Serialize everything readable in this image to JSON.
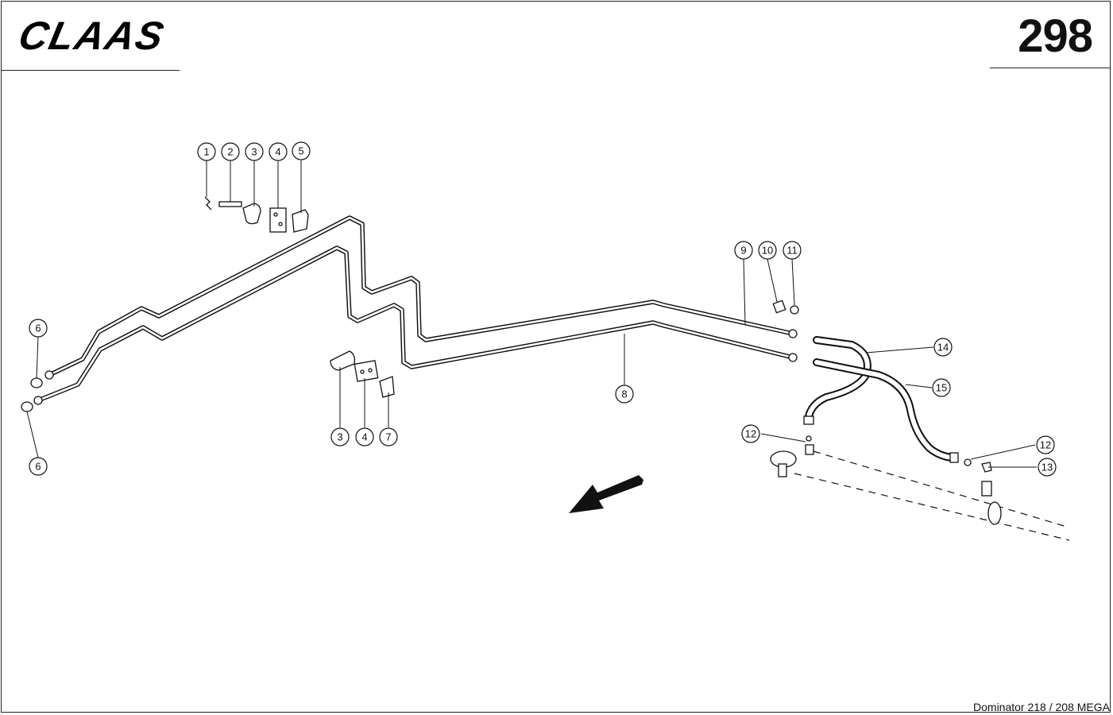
{
  "header": {
    "brand": "CLAAS",
    "page_number": "298"
  },
  "footer": {
    "model": "Dominator 218 / 208 MEGA"
  },
  "diagram": {
    "callouts": [
      "1",
      "2",
      "3",
      "4",
      "5",
      "6",
      "6",
      "3",
      "4",
      "7",
      "8",
      "9",
      "10",
      "11",
      "12",
      "12",
      "13",
      "14",
      "15"
    ]
  }
}
